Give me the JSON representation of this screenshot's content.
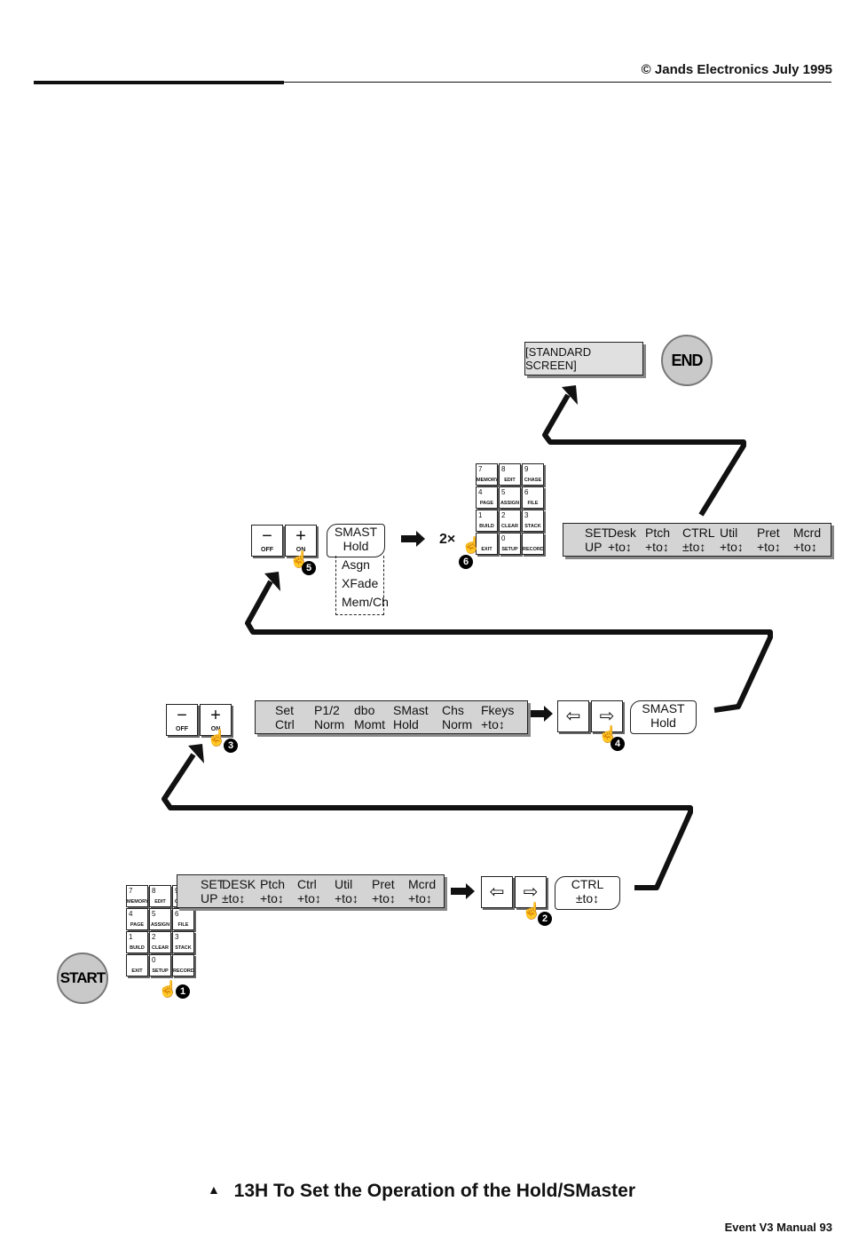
{
  "header": {
    "copyright": "© Jands Electronics   July 1995"
  },
  "caption": {
    "marker": "▲",
    "text": "13H To Set the Operation of the Hold/SMaster"
  },
  "footer": {
    "text": "Event V3 Manual  93"
  },
  "start_label": "START",
  "end_label": "END",
  "standard_screen": "[STANDARD SCREEN]",
  "keypad_keys": [
    {
      "num": "7",
      "label": "MEMORY"
    },
    {
      "num": "8",
      "label": "EDIT"
    },
    {
      "num": "9",
      "label": "CHASE"
    },
    {
      "num": "4",
      "label": "PAGE"
    },
    {
      "num": "5",
      "label": "ASSIGN"
    },
    {
      "num": "6",
      "label": "FILE"
    },
    {
      "num": "1",
      "label": "BUILD"
    },
    {
      "num": "2",
      "label": "CLEAR"
    },
    {
      "num": "3",
      "label": "STACK"
    },
    {
      "num": "",
      "label": "EXIT"
    },
    {
      "num": "0",
      "label": "SETUP"
    },
    {
      "num": "",
      "label": "RECORD"
    }
  ],
  "lcd_setup_1": {
    "top": [
      "SET",
      "DESK",
      "Ptch",
      "Ctrl",
      "Util",
      "Pret",
      "Mcrd"
    ],
    "bottom": [
      "UP",
      "±to↕",
      "+to↕",
      "+to↕",
      "+to↕",
      "+to↕",
      "+to↕"
    ]
  },
  "lcd_ctrl": {
    "top": [
      "Set",
      "P1/2",
      "dbo",
      "SMast",
      "Chs",
      "Fkeys"
    ],
    "bottom": [
      "Ctrl",
      "Norm",
      "Momt",
      "Hold",
      "Norm",
      "+to↕"
    ]
  },
  "lcd_setup_2": {
    "top": [
      "SET",
      "Desk",
      "Ptch",
      "CTRL",
      "Util",
      "Pret",
      "Mcrd"
    ],
    "bottom": [
      "UP",
      "+to↕",
      "+to↕",
      "±to↕",
      "+to↕",
      "+to↕",
      "+to↕"
    ]
  },
  "bubble_ctrl": {
    "line1": "CTRL",
    "line2": "±to↕"
  },
  "bubble_smast_1": {
    "line1": "SMAST",
    "line2": "Hold"
  },
  "bubble_smast_2": {
    "line1": "SMAST",
    "line2": "Hold"
  },
  "smast_options": [
    "Asgn",
    "XFade",
    "Mem/Ch"
  ],
  "off_on": {
    "minus": "−",
    "plus": "+",
    "off": "OFF",
    "on": "ON"
  },
  "arrow_keys": {
    "left": "⇦",
    "right": "⇨"
  },
  "repeat_label": "2×",
  "steps": [
    "1",
    "2",
    "3",
    "4",
    "5",
    "6"
  ]
}
